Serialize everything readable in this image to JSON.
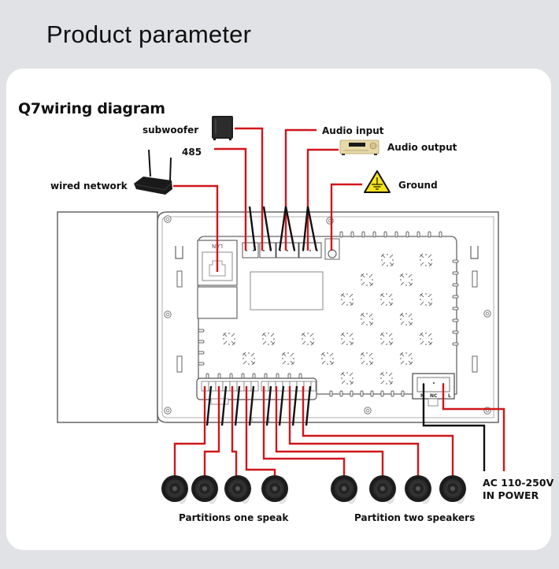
{
  "page": {
    "title": "Product parameter",
    "background_color": "#e1e2e6",
    "card_color": "#ffffff"
  },
  "diagram": {
    "title": "Q7wiring diagram",
    "wire_colors": {
      "signal": "#d0161c",
      "neutral": "#111111"
    },
    "labels": {
      "subwoofer": "subwoofer",
      "rs485": "485",
      "wired_network": "wired network",
      "audio_input": "Audio input",
      "audio_output": "Audio output",
      "ground": "Ground",
      "lan_port": "LAN",
      "power_terminals": [
        "N",
        "NC",
        "L"
      ],
      "power_line1": "AC 110-250V",
      "power_line2": "IN POWER",
      "zone_one": "Partitions one speak",
      "zone_two": "Partition two speakers"
    },
    "devices": [
      {
        "name": "subwoofer",
        "icon": "subwoofer-icon"
      },
      {
        "name": "router",
        "icon": "router-icon"
      },
      {
        "name": "amplifier",
        "icon": "amplifier-icon"
      },
      {
        "name": "ground",
        "icon": "ground-warning-icon"
      }
    ],
    "speakers": {
      "zone_one_count": 4,
      "zone_two_count": 4
    }
  }
}
